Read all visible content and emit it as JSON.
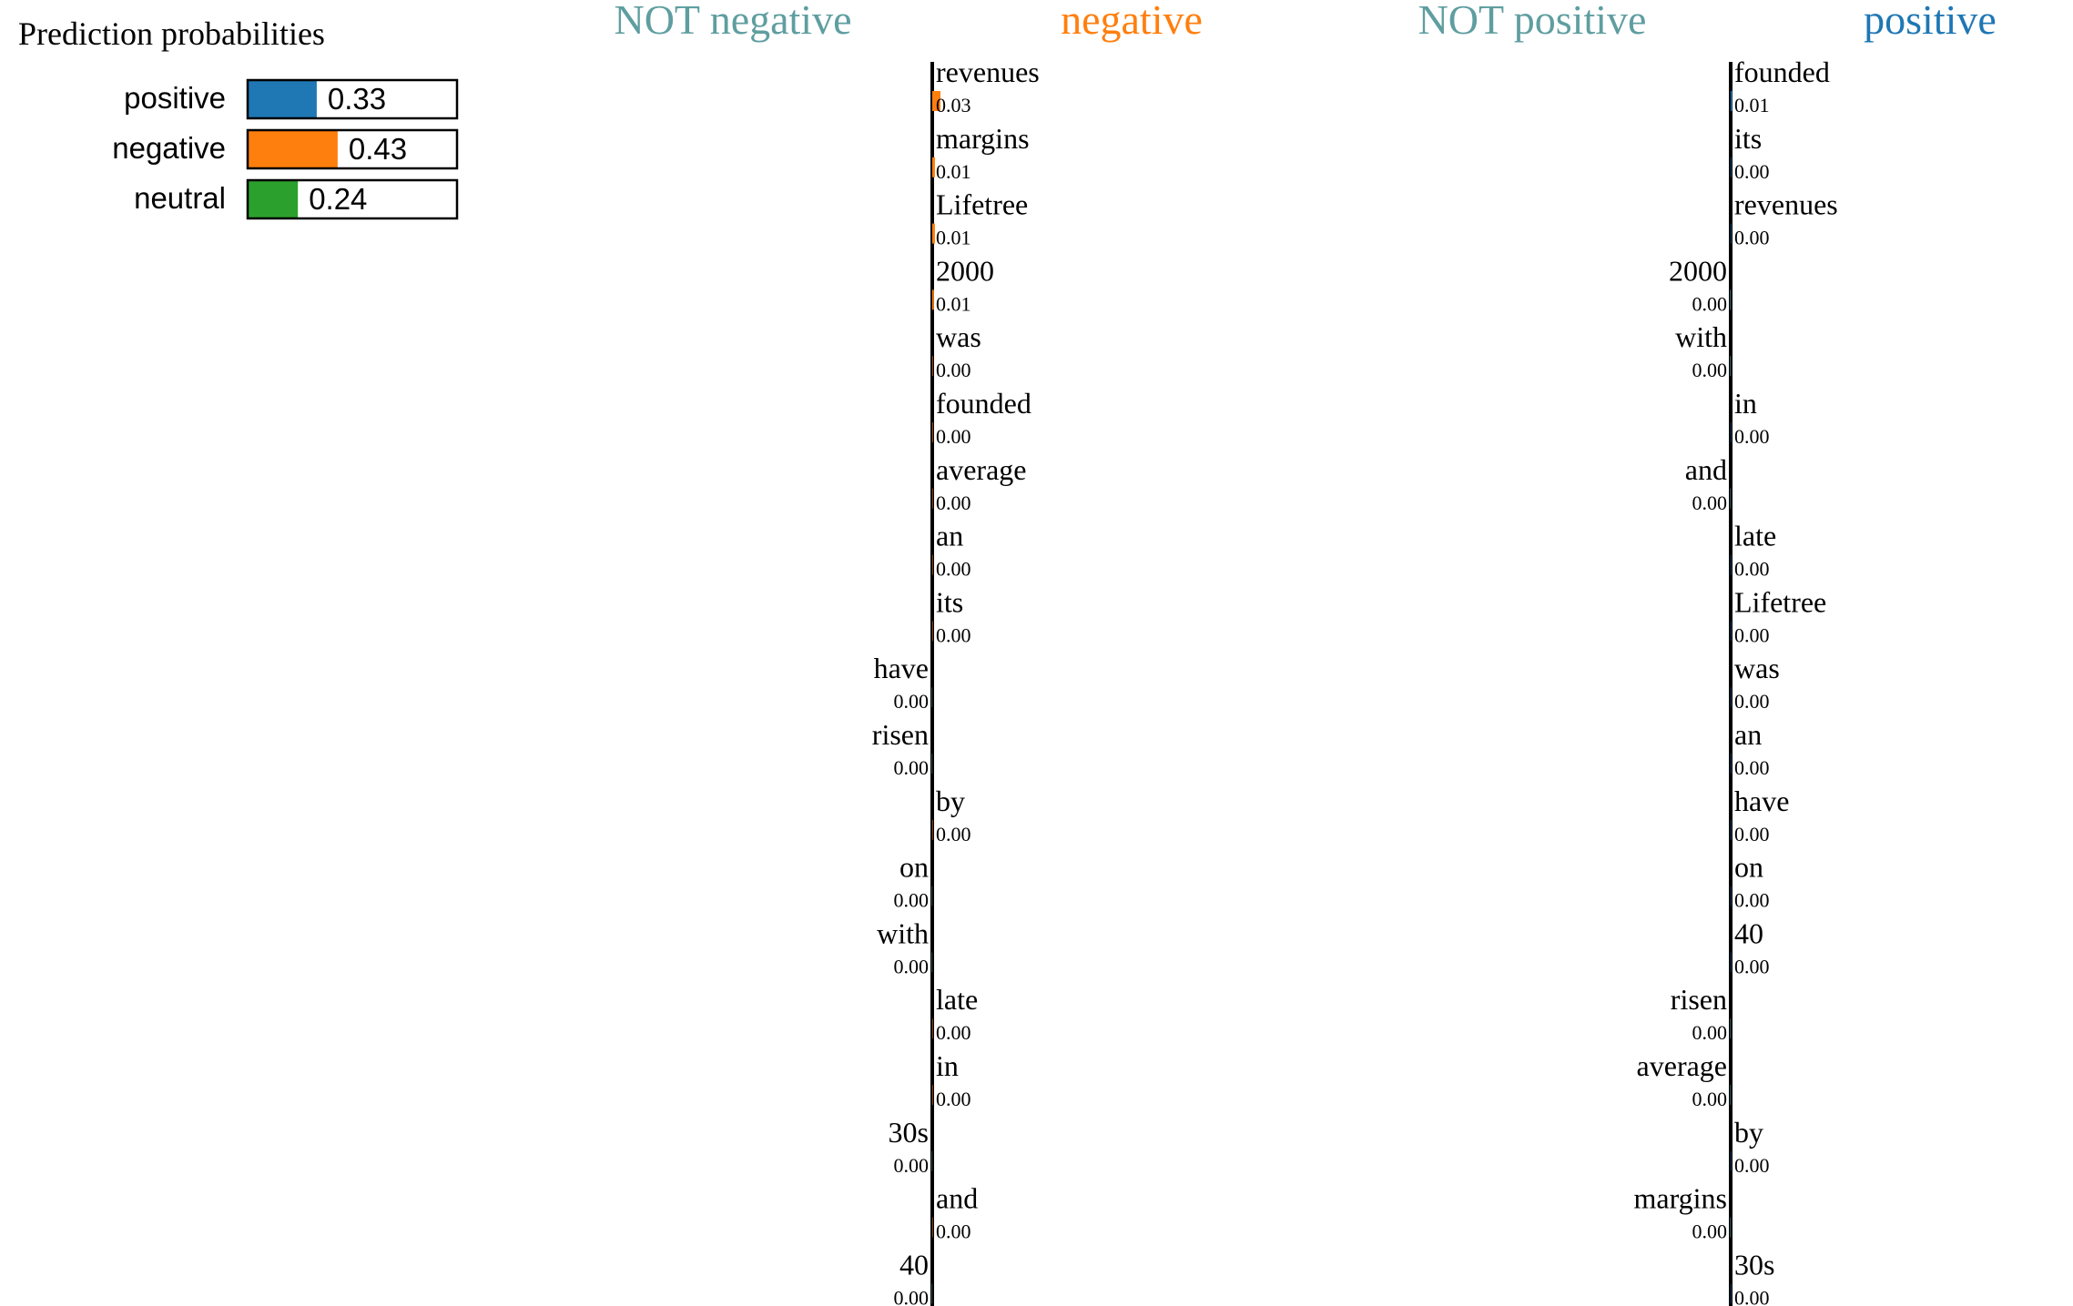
{
  "chart_data": [
    {
      "type": "bar",
      "title": "Prediction probabilities",
      "categories": [
        "positive",
        "negative",
        "neutral"
      ],
      "values": [
        0.33,
        0.43,
        0.24
      ],
      "value_labels": [
        "0.33",
        "0.43",
        "0.24"
      ],
      "colors": [
        "#1f77b4",
        "#ff7f0e",
        "#2ca02c"
      ],
      "orientation": "horizontal",
      "xlim": [
        0,
        1
      ]
    },
    {
      "type": "bar",
      "orientation": "horizontal",
      "class_labels": {
        "left": "NOT negative",
        "right": "negative"
      },
      "label_colors": {
        "left": "#5f9ea0",
        "right": "#ff7f0e"
      },
      "bar_color": "#ff7f0e",
      "features": [
        {
          "word": "revenues",
          "value": 0.03,
          "label": "0.03",
          "side": "right"
        },
        {
          "word": "margins",
          "value": 0.01,
          "label": "0.01",
          "side": "right"
        },
        {
          "word": "Lifetree",
          "value": 0.01,
          "label": "0.01",
          "side": "right"
        },
        {
          "word": "2000",
          "value": 0.006,
          "label": "0.01",
          "side": "right"
        },
        {
          "word": "was",
          "value": 0.002,
          "label": "0.00",
          "side": "right"
        },
        {
          "word": "founded",
          "value": 0.002,
          "label": "0.00",
          "side": "right"
        },
        {
          "word": "average",
          "value": 0.001,
          "label": "0.00",
          "side": "right"
        },
        {
          "word": "an",
          "value": 0.001,
          "label": "0.00",
          "side": "right"
        },
        {
          "word": "its",
          "value": 0.001,
          "label": "0.00",
          "side": "right"
        },
        {
          "word": "have",
          "value": 0.001,
          "label": "0.00",
          "side": "left"
        },
        {
          "word": "risen",
          "value": 0.001,
          "label": "0.00",
          "side": "left"
        },
        {
          "word": "by",
          "value": 0.001,
          "label": "0.00",
          "side": "right"
        },
        {
          "word": "on",
          "value": 0.001,
          "label": "0.00",
          "side": "left"
        },
        {
          "word": "with",
          "value": 0.001,
          "label": "0.00",
          "side": "left"
        },
        {
          "word": "late",
          "value": 0.001,
          "label": "0.00",
          "side": "right"
        },
        {
          "word": "in",
          "value": 0.001,
          "label": "0.00",
          "side": "right"
        },
        {
          "word": "30s",
          "value": 0.001,
          "label": "0.00",
          "side": "left"
        },
        {
          "word": "and",
          "value": 0.001,
          "label": "0.00",
          "side": "right"
        },
        {
          "word": "40",
          "value": 0.001,
          "label": "0.00",
          "side": "left"
        }
      ]
    },
    {
      "type": "bar",
      "orientation": "horizontal",
      "class_labels": {
        "left": "NOT positive",
        "right": "positive"
      },
      "label_colors": {
        "left": "#5f9ea0",
        "right": "#1f77b4"
      },
      "bar_color": "#1f77b4",
      "features": [
        {
          "word": "founded",
          "value": 0.005,
          "label": "0.01",
          "side": "right"
        },
        {
          "word": "its",
          "value": 0.002,
          "label": "0.00",
          "side": "right"
        },
        {
          "word": "revenues",
          "value": 0.002,
          "label": "0.00",
          "side": "right"
        },
        {
          "word": "2000",
          "value": 0.002,
          "label": "0.00",
          "side": "left"
        },
        {
          "word": "with",
          "value": 0.002,
          "label": "0.00",
          "side": "left"
        },
        {
          "word": "in",
          "value": 0.001,
          "label": "0.00",
          "side": "right"
        },
        {
          "word": "and",
          "value": 0.001,
          "label": "0.00",
          "side": "left"
        },
        {
          "word": "late",
          "value": 0.001,
          "label": "0.00",
          "side": "right"
        },
        {
          "word": "Lifetree",
          "value": 0.001,
          "label": "0.00",
          "side": "right"
        },
        {
          "word": "was",
          "value": 0.001,
          "label": "0.00",
          "side": "right"
        },
        {
          "word": "an",
          "value": 0.001,
          "label": "0.00",
          "side": "right"
        },
        {
          "word": "have",
          "value": 0.001,
          "label": "0.00",
          "side": "right"
        },
        {
          "word": "on",
          "value": 0.001,
          "label": "0.00",
          "side": "right"
        },
        {
          "word": "40",
          "value": 0.001,
          "label": "0.00",
          "side": "right"
        },
        {
          "word": "risen",
          "value": 0.001,
          "label": "0.00",
          "side": "left"
        },
        {
          "word": "average",
          "value": 0.001,
          "label": "0.00",
          "side": "left"
        },
        {
          "word": "by",
          "value": 0.001,
          "label": "0.00",
          "side": "right"
        },
        {
          "word": "margins",
          "value": 0.001,
          "label": "0.00",
          "side": "left"
        },
        {
          "word": "30s",
          "value": 0.001,
          "label": "0.00",
          "side": "right"
        }
      ]
    }
  ]
}
